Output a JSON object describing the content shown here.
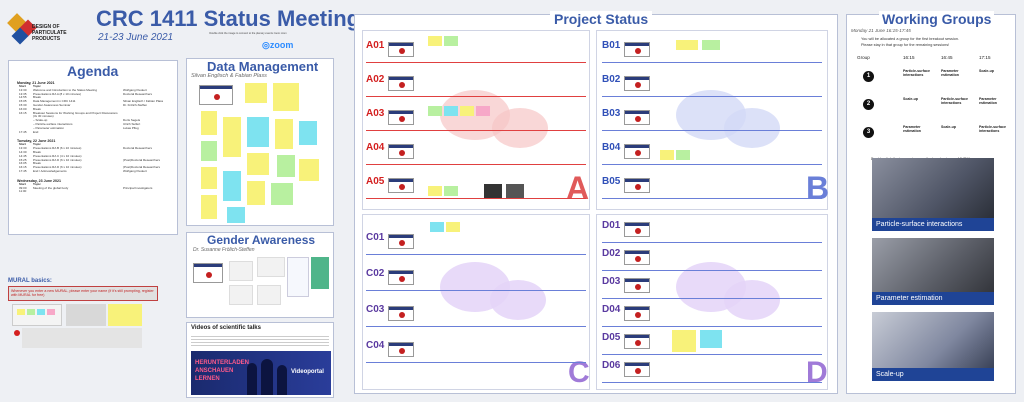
{
  "header": {
    "title": "CRC 1411 Status Meeting",
    "dates": "21-23 June 2021",
    "logo_text": "DESIGN OF PARTICULATE PRODUCTS",
    "zoom_hint": "Double click the image to connect to the plenary events zoom room",
    "zoom_label": "zoom"
  },
  "agenda": {
    "title": "Agenda",
    "days": [
      {
        "heading": "Monday, 21 June 2021",
        "rows": [
          [
            "Start",
            "Topic",
            ""
          ],
          [
            "13:30",
            "Welcome and Introduction to the Status Meeting",
            "Wolfgang Peukert"
          ],
          [
            "13:35",
            "Presentations RA A (8 x 10 minutes)",
            "Doctoral Researchers"
          ],
          [
            "14:55",
            "Break",
            ""
          ],
          [
            "15:05",
            "Data Management in CRC 1411",
            "Silvan Englisch / Fabian Plass"
          ],
          [
            "15:30",
            "Gender Awareness Seminar",
            "Dr. Frölich-Steffen"
          ],
          [
            "16:00",
            "Break",
            ""
          ],
          [
            "16:15",
            "Breakout Sessions for Working Groups and Project Discussions (3x 30 minutes)",
            ""
          ],
          [
            "",
            "– Scale-up",
            "Doris Segets"
          ],
          [
            "",
            "– Particle-surface interactions",
            "Ulrich Sulfert"
          ],
          [
            "",
            "– Parameter estimation",
            "Lukas Pflug"
          ],
          [
            "17:45",
            "End",
            ""
          ]
        ]
      },
      {
        "heading": "Tuesday, 22 June 2021",
        "rows": [
          [
            "Start",
            "Topic",
            ""
          ],
          [
            "13:30",
            "Presentations RA B (6 x 10 minutes)",
            "Doctoral Researchers"
          ],
          [
            "14:30",
            "Break",
            ""
          ],
          [
            "14:45",
            "Presentations RA C (4 x 10 minutes)",
            ""
          ],
          [
            "15:25",
            "Presentations RA D (6 x 10 minutes)",
            "(Post)Doctoral Researchers"
          ],
          [
            "16:05",
            "Break",
            ""
          ],
          [
            "16:15",
            "Presentations RA D (6 x 10 minutes)",
            "(Post)Doctoral Researchers"
          ],
          [
            "17:45",
            "End / Acknowledgements",
            "Wolfgang Peukert"
          ]
        ]
      },
      {
        "heading": "Wednesday, 23 June 2021",
        "rows": [
          [
            "Start",
            "Topic",
            ""
          ],
          [
            "09:00",
            "Meeting of the global body",
            "Principal Investigators"
          ],
          [
            "11:00",
            "",
            ""
          ]
        ]
      }
    ]
  },
  "data_management": {
    "title": "Data Management",
    "presenters": "Silvan Englisch & Fabian Plass"
  },
  "gender_awareness": {
    "title": "Gender Awareness",
    "presenter": "Dr. Susanne Frölich-Steffen"
  },
  "mural_basics": {
    "title": "MURAL basics:",
    "warning": "Whenever you enter a new MURAL, please enter your name (if it's still prompting, register with MURAL for free)"
  },
  "videos": {
    "title": "Videos of scientific talks",
    "video_label": "Videoportal",
    "banner_text": "HERUNTERLADEN ANSCHAUEN LERNEN"
  },
  "project_status": {
    "title": "Project Status",
    "area_a": {
      "letter": "A",
      "items": [
        "A01",
        "A02",
        "A03",
        "A04",
        "A05"
      ]
    },
    "area_b": {
      "letter": "B",
      "items": [
        "B01",
        "B02",
        "B03",
        "B04",
        "B05"
      ]
    },
    "area_c": {
      "letter": "C",
      "items": [
        "C01",
        "C02",
        "C03",
        "C04"
      ]
    },
    "area_d": {
      "letter": "D",
      "items": [
        "D01",
        "D02",
        "D03",
        "D04",
        "D05",
        "D06"
      ]
    }
  },
  "working_groups": {
    "title": "Working Groups",
    "date_line": "Monday 21 June 16:15-17:45",
    "intro_line1": "You will be allocated a group for the first breakout session.",
    "intro_line2": "Please stay in that group for the remaining sessions!",
    "columns": [
      "Group",
      "16:15",
      "16:45",
      "17:15"
    ],
    "rows": [
      [
        "1",
        "Particle-surface interactions",
        "Parameter estimation",
        "Scale-up"
      ],
      [
        "2",
        "Scale-up",
        "Particle-surface interactions",
        "Parameter estimation"
      ],
      [
        "3",
        "Parameter estimation",
        "Scale-up",
        "Particle-surface interactions"
      ]
    ],
    "hint": "Double-click the images to open the breakout room MURALs",
    "rooms": [
      "Particle-surface interactions",
      "Parameter estimation",
      "Scale-up"
    ]
  },
  "colors": {
    "accent_blue": "#3a5ba8",
    "area_ab_red": "#d42020",
    "area_b_blue": "#3050b8",
    "area_cd_purple": "#5a3aa0",
    "caption_blue": "#1f4496"
  }
}
